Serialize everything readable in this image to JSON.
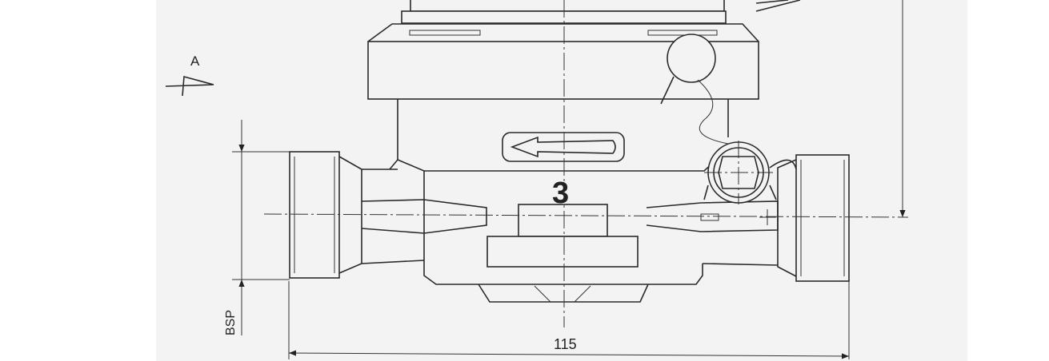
{
  "labels": {
    "section_mark": "A",
    "part_number": "3",
    "thread_label": "BSP",
    "length_dimension": "115"
  }
}
